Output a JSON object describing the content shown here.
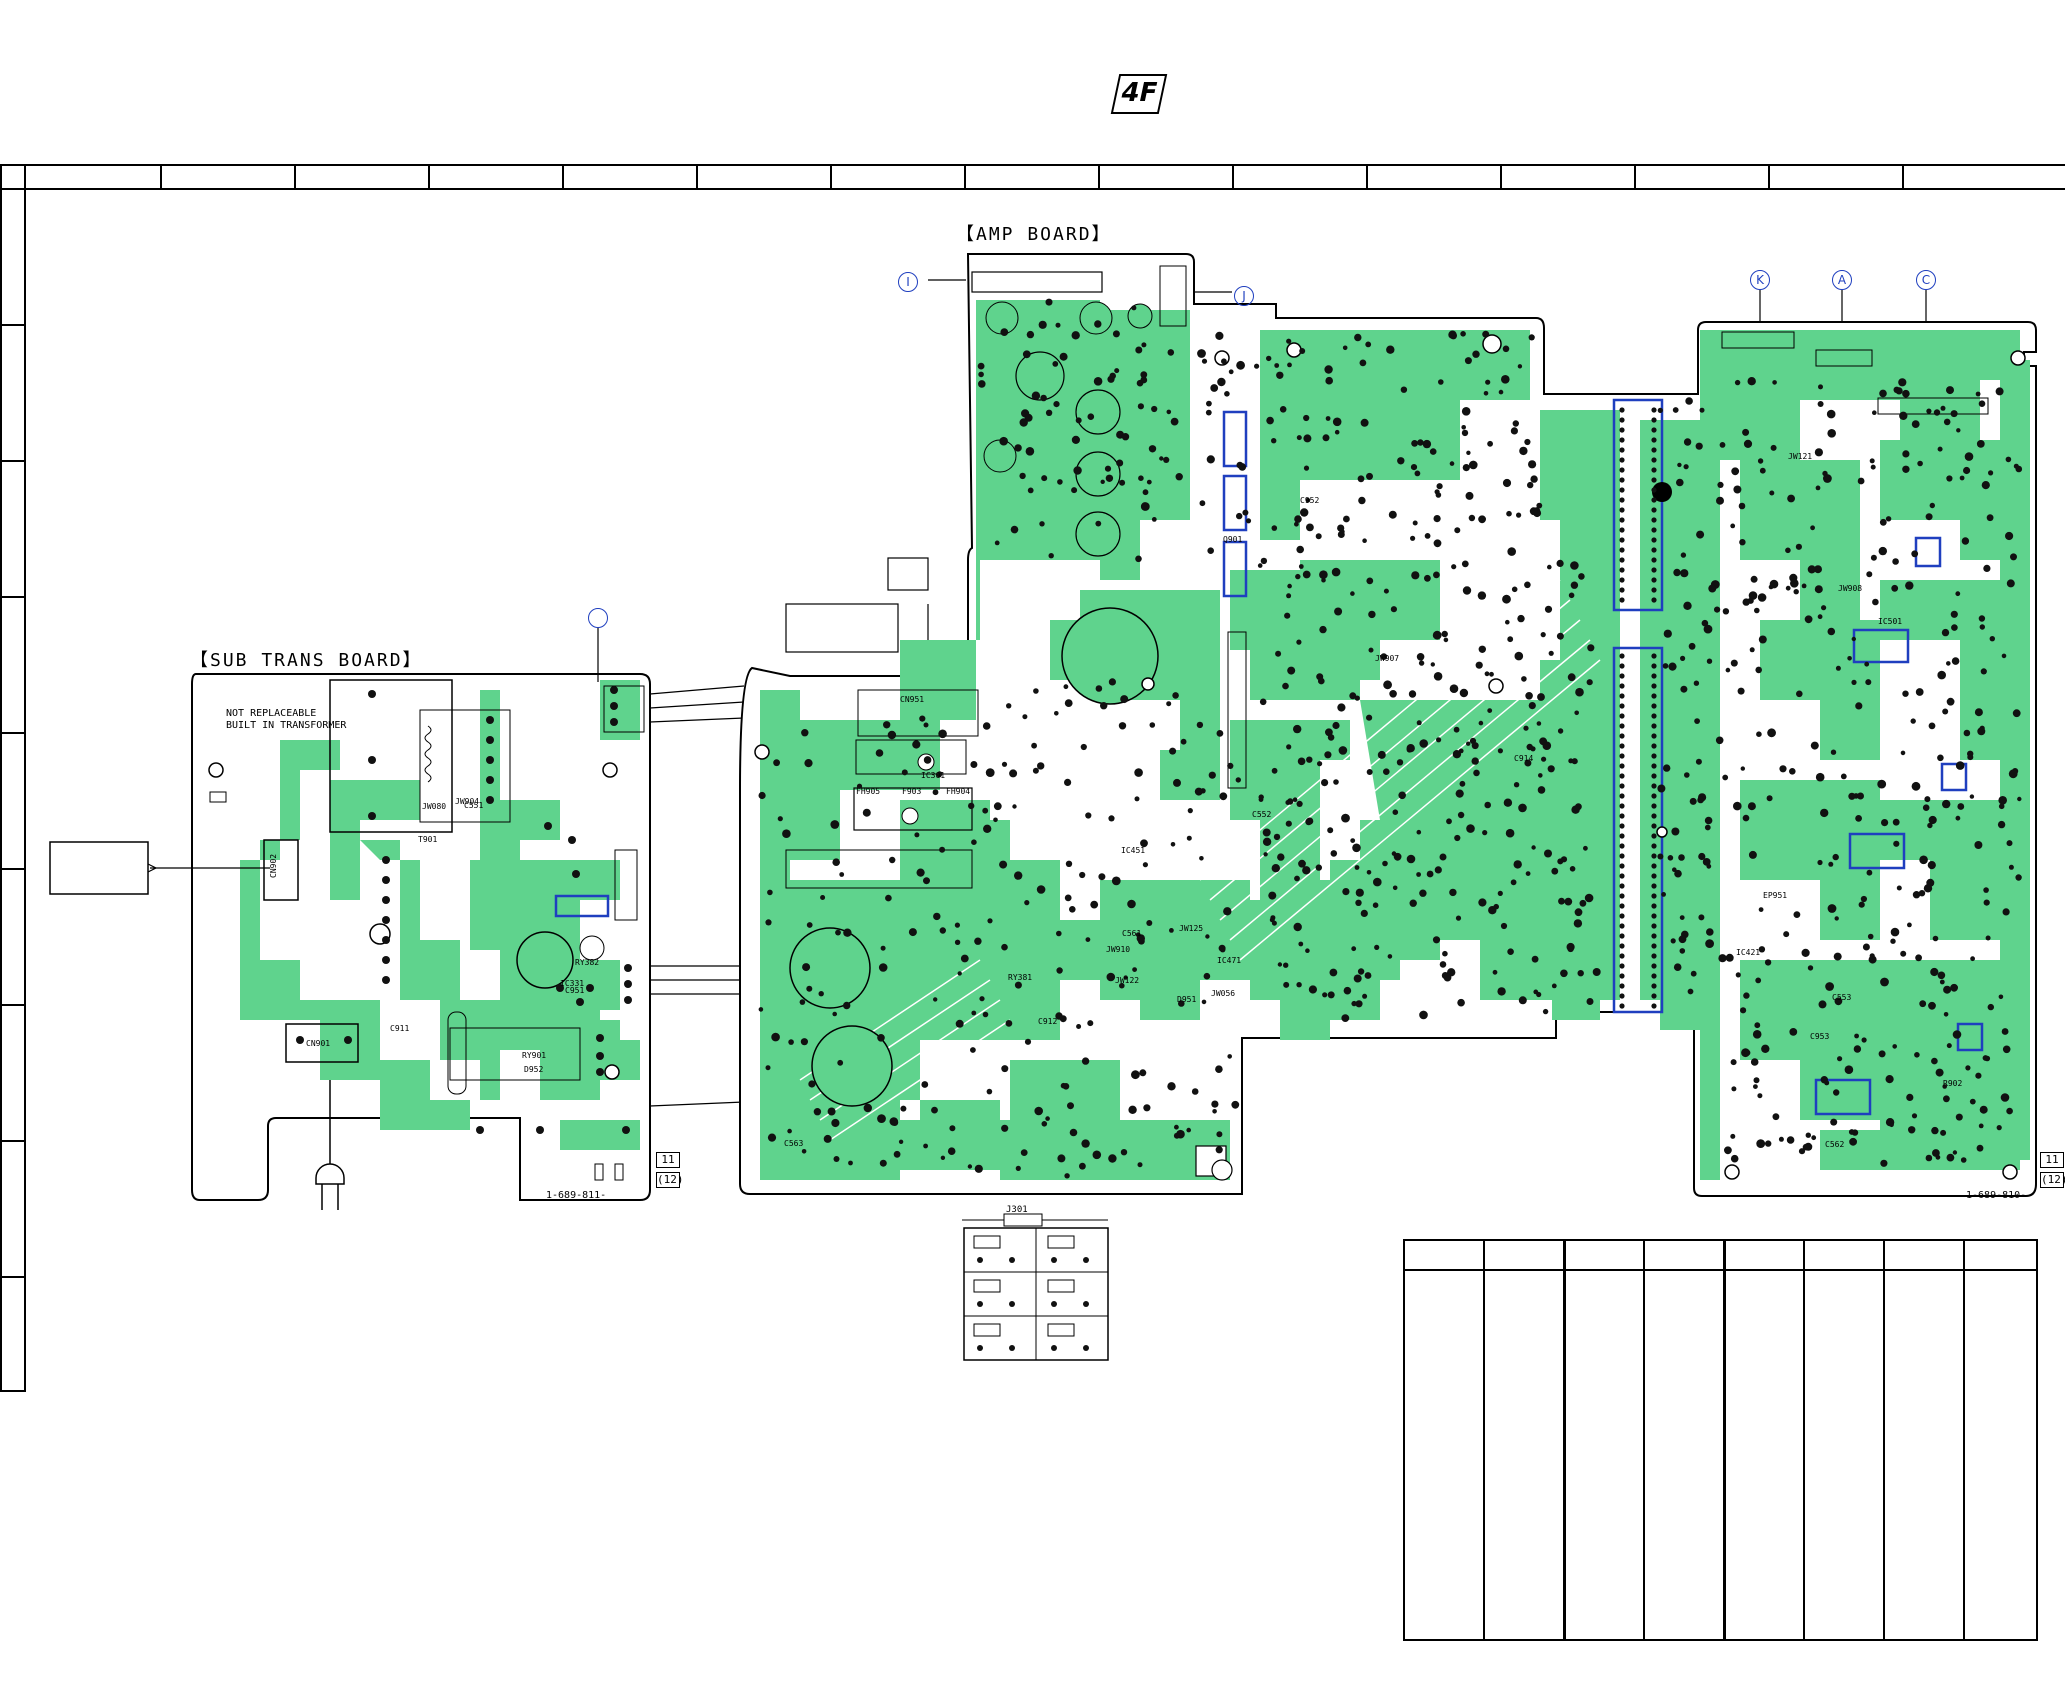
{
  "header": {
    "logo": "4F"
  },
  "boards": {
    "amp": {
      "title": "【AMP BOARD】",
      "part_number": "1-689-810-"
    },
    "sub_trans": {
      "title": "【SUB TRANS BOARD】",
      "part_number": "1-689-811-",
      "note_line1": "NOT REPLACEABLE",
      "note_line2": "BUILT IN TRANSFORMER"
    }
  },
  "connectors": {
    "i_label": "I",
    "j_label": "J",
    "k_label": "K",
    "a_label": "A",
    "c_label": "C"
  },
  "page_refs": {
    "amp_top": "11",
    "amp_bottom": "(12)",
    "sub_top": "11",
    "sub_bottom": "(12)"
  },
  "component_labels": {
    "j301": "J301",
    "t901": "T901",
    "cn901": "CN901",
    "cn902": "CN902",
    "ry901": "RY901",
    "cn951": "CN951",
    "f903": "F903",
    "fh904": "FH904",
    "fh905": "FH905",
    "ic_labels": [
      "IC451",
      "IC501",
      "IC301",
      "IC331",
      "IC471",
      "IC421"
    ],
    "misc": [
      "JW125",
      "JW080",
      "JW056",
      "JW121",
      "JW122",
      "C951",
      "C952",
      "C953",
      "D951",
      "D952",
      "Q901",
      "R902",
      "C912",
      "C911",
      "C914",
      "EP951",
      "JW910",
      "JW904",
      "JW907",
      "JW908",
      "RY381",
      "RY382",
      "C561",
      "C562",
      "C563",
      "C551",
      "C552",
      "C553"
    ]
  },
  "colors": {
    "copper": "#5fd38d",
    "copper_dark": "#3fbf75",
    "pad": "#111111",
    "ic_outline": "#1f3fbf",
    "board_outline": "#000000"
  }
}
